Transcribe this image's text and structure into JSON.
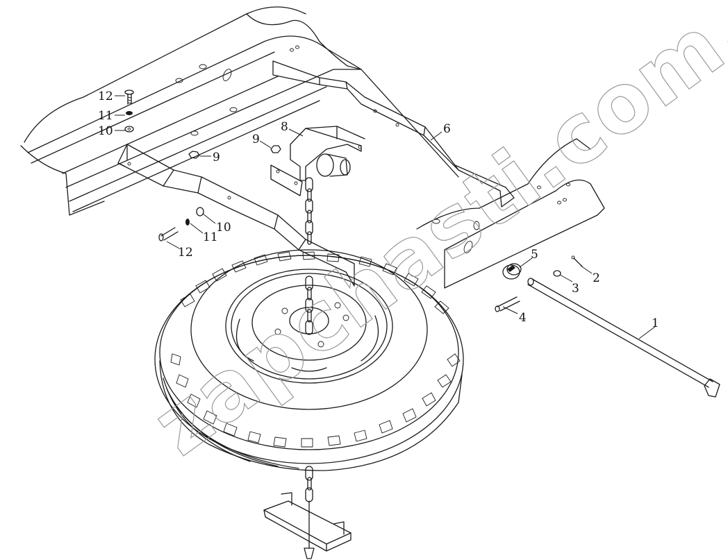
{
  "watermark": {
    "text": "zapchasti.com.ru"
  },
  "callouts": [
    {
      "id": "c1",
      "label": "1"
    },
    {
      "id": "c2",
      "label": "2"
    },
    {
      "id": "c3",
      "label": "3"
    },
    {
      "id": "c4",
      "label": "4"
    },
    {
      "id": "c5",
      "label": "5"
    },
    {
      "id": "c6",
      "label": "6"
    },
    {
      "id": "c8",
      "label": "8"
    },
    {
      "id": "c9a",
      "label": "9"
    },
    {
      "id": "c9b",
      "label": "9"
    },
    {
      "id": "c10a",
      "label": "10"
    },
    {
      "id": "c10b",
      "label": "10"
    },
    {
      "id": "c11a",
      "label": "11"
    },
    {
      "id": "c11b",
      "label": "11"
    },
    {
      "id": "c12a",
      "label": "12"
    },
    {
      "id": "c12b",
      "label": "12"
    }
  ]
}
